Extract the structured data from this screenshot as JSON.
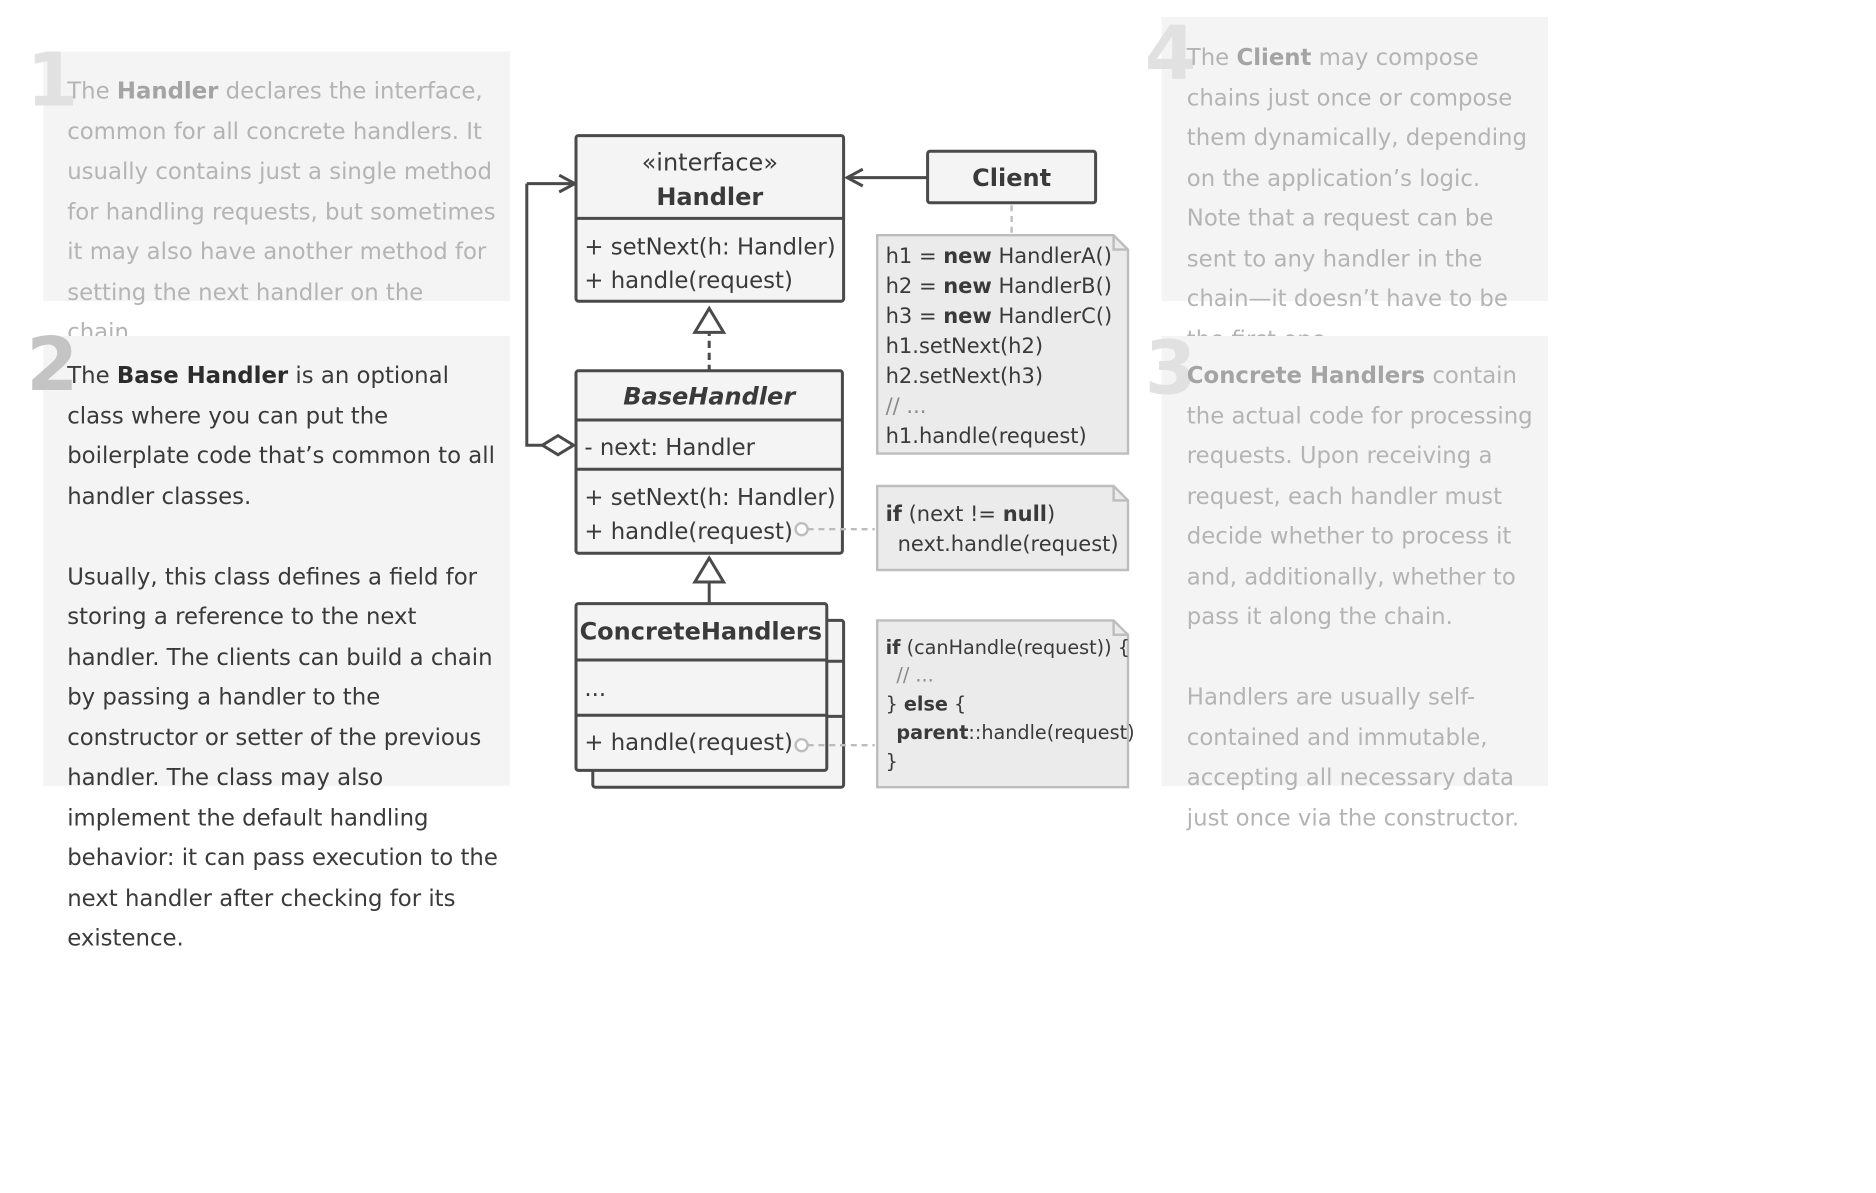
{
  "panels": {
    "p1": {
      "number": "1",
      "pre": "The ",
      "bold": "Handler",
      "post": " declares the interface, common for all concrete handlers. It usually contains just a single method for handling requests, but sometimes it may also have another method for setting the next handler on the chain."
    },
    "p2": {
      "number": "2",
      "pre": "The ",
      "bold": "Base Handler",
      "post": " is an optional class where you can put the boilerplate code that’s common to all handler classes.",
      "para2": "Usually, this class defines a field for storing a reference to the next handler. The clients can build a chain by passing a handler to the constructor or setter of the previous handler. The class may also implement the default handling behavior: it can pass execution to the next handler after checking for its existence."
    },
    "p3": {
      "number": "3",
      "bold": "Concrete Handlers",
      "post": " contain the actual code for processing requests. Upon receiving a request, each handler must decide whether to process it and, additionally, whether to pass it along the chain.",
      "para2": "Handlers are usually self-contained and immutable, accepting all necessary data just once via the constructor."
    },
    "p4": {
      "number": "4",
      "pre": "The ",
      "bold": "Client",
      "post": " may compose chains just once or compose them dynamically, depending on the application’s logic. Note that a request can be sent to any handler in the chain—it doesn’t have to be the first one."
    }
  },
  "uml": {
    "handler": {
      "stereotype": "«interface»",
      "name": "Handler",
      "methods": [
        "+ setNext(h: Handler)",
        "+ handle(request)"
      ]
    },
    "base_handler": {
      "name": "BaseHandler",
      "field": "- next: Handler",
      "methods": [
        "+ setNext(h: Handler)",
        "+ handle(request)"
      ]
    },
    "concrete": {
      "name": "ConcreteHandlers",
      "field": "...",
      "method": "+ handle(request)"
    },
    "client": {
      "name": "Client"
    }
  },
  "notes": {
    "client_code": [
      [
        "h1 = ",
        "new",
        " HandlerA()"
      ],
      [
        "h2 = ",
        "new",
        " HandlerB()"
      ],
      [
        "h3 = ",
        "new",
        " HandlerC()"
      ],
      [
        "h1.setNext(h2)",
        "",
        ""
      ],
      [
        "h2.setNext(h3)",
        "",
        ""
      ],
      [
        "// ...",
        "",
        ""
      ],
      [
        "h1.handle(request)",
        "",
        ""
      ]
    ],
    "base_code": {
      "kw_if": "if",
      "cond_pre": " (next != ",
      "kw_null": "null",
      "cond_post": ")",
      "line2": "next.handle(request)"
    },
    "concrete_code": {
      "kw_if": "if",
      "cond": " (canHandle(request)) {",
      "comment": "// ...",
      "brace": "} ",
      "kw_else": "else",
      "brace2": " {",
      "kw_parent": "parent",
      "call": "::handle(request)",
      "close": "}"
    }
  },
  "colors": {
    "ink": "#4a4a4a",
    "panel": "#f4f4f4",
    "note": "#ebebeb",
    "note_border": "#bdbdbd",
    "muted_text": "#b4b4b4",
    "dark_text": "#3a3a3a"
  }
}
